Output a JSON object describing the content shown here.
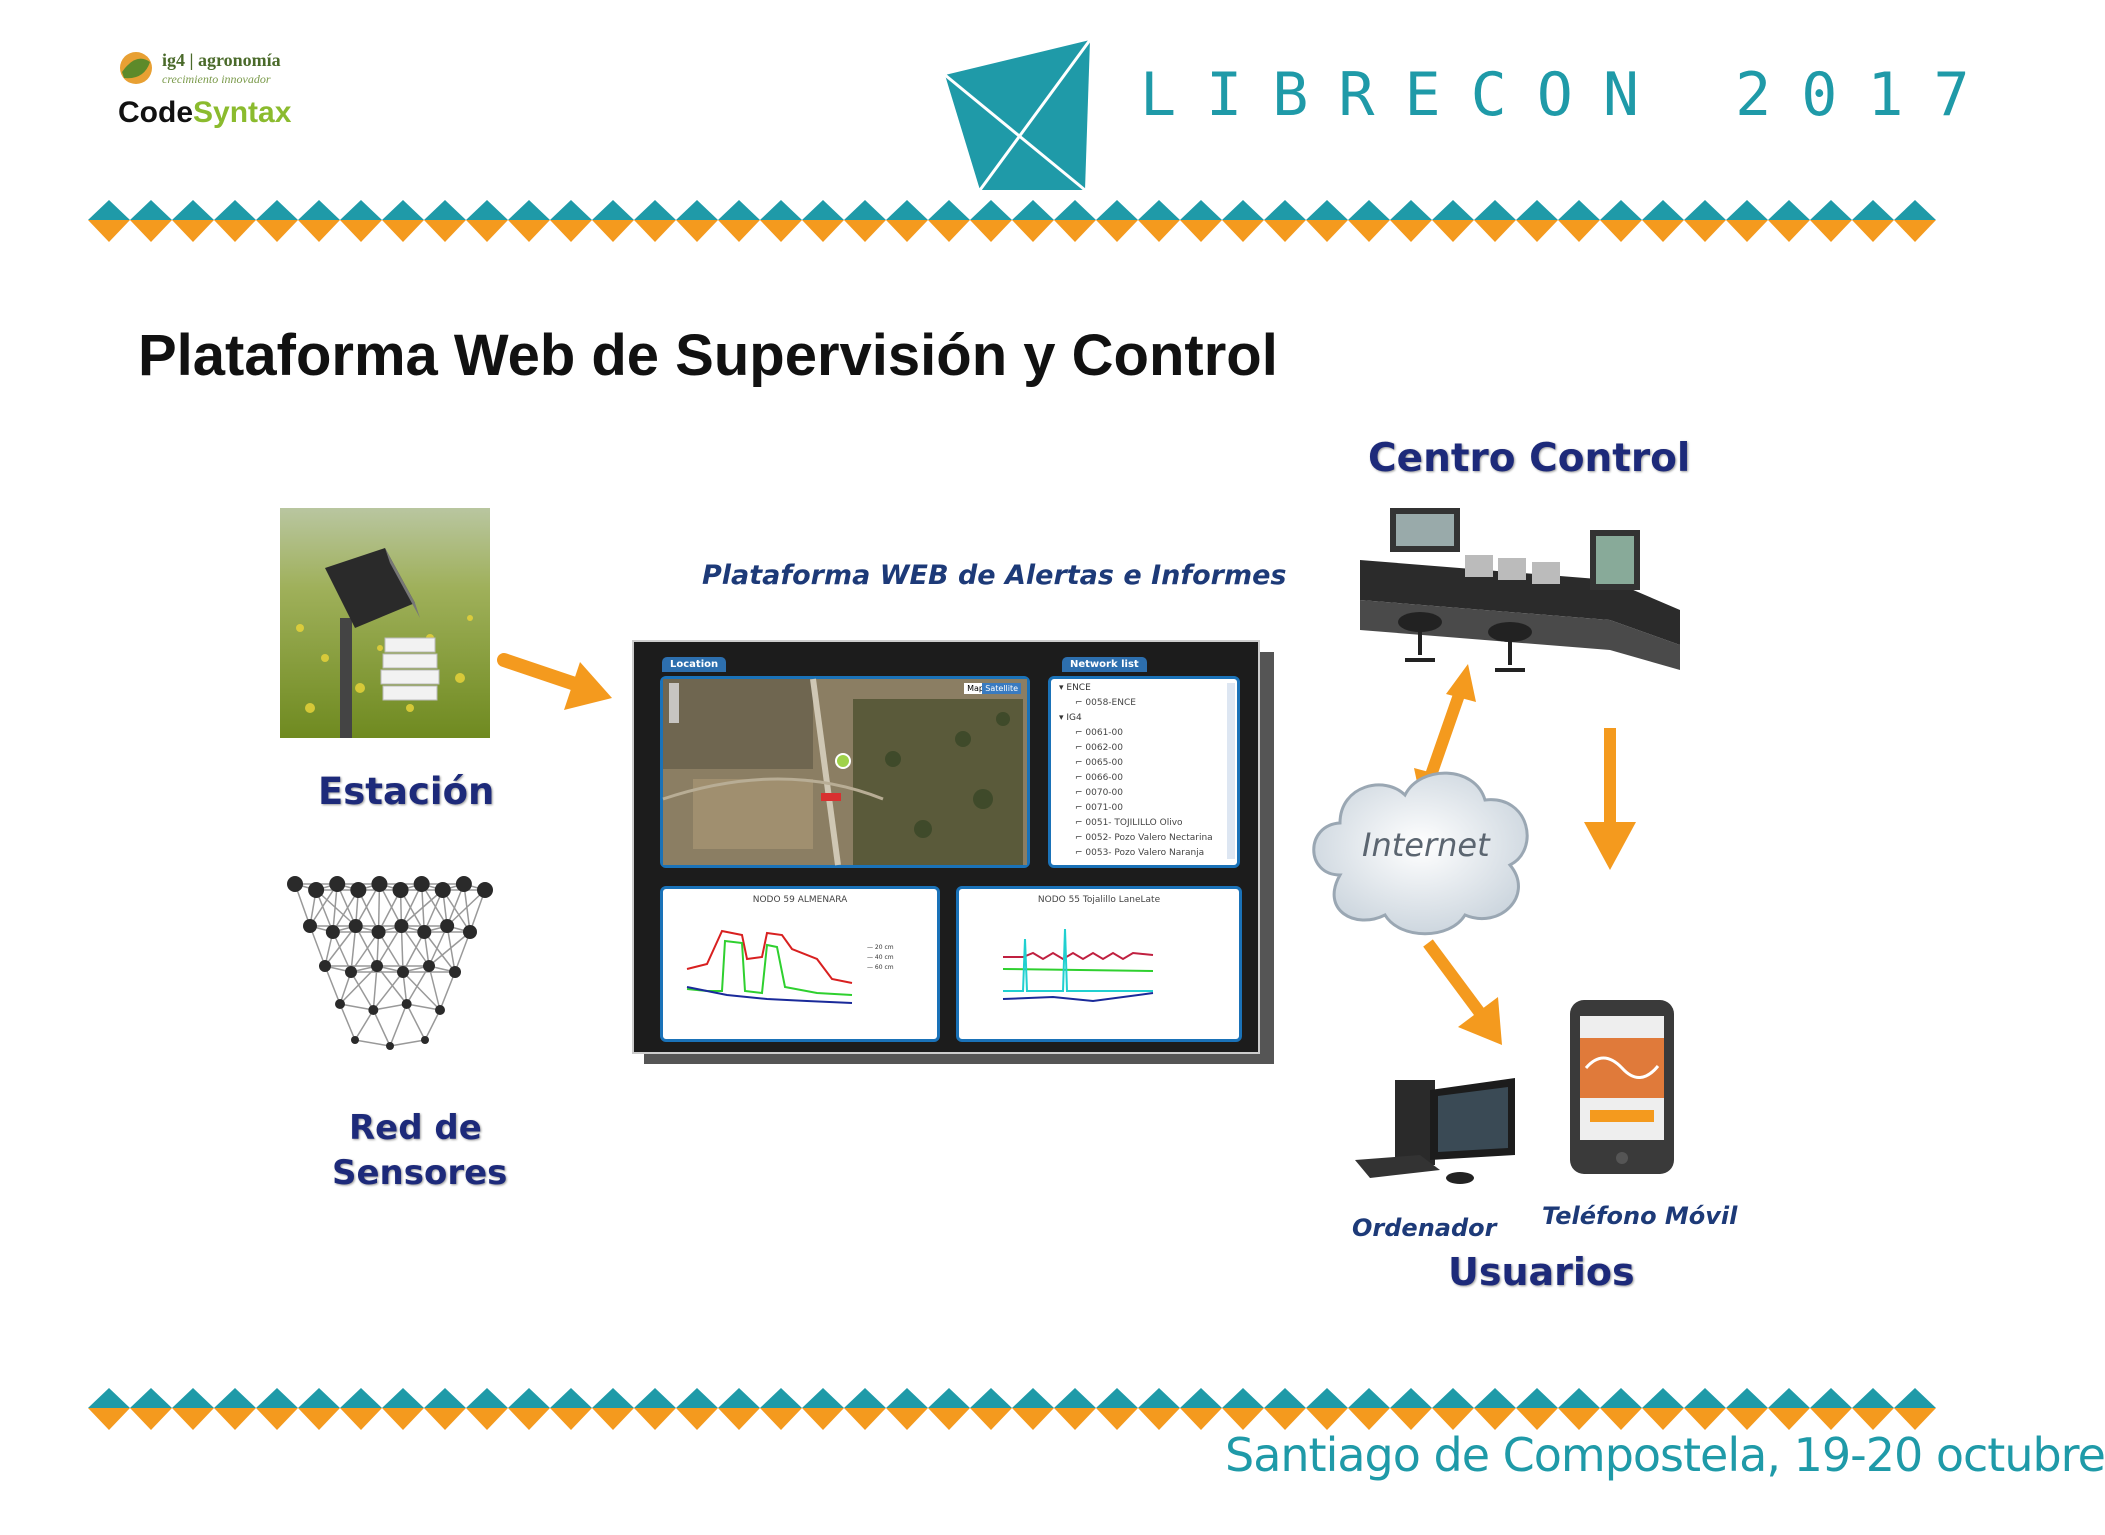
{
  "header": {
    "ig4_name": "ig4 | agronomía",
    "ig4_tagline": "crecimiento innovador",
    "codesyntax_a": "Code",
    "codesyntax_b": "Syntax",
    "event_title": "LIBRECON 2017"
  },
  "slide": {
    "title": "Plataforma Web de Supervisión y Control"
  },
  "diagram": {
    "station_label": "Estación",
    "sensor_net_label_line1": "Red de",
    "sensor_net_label_line2": "Sensores",
    "platform_label": "Plataforma WEB de Alertas e Informes",
    "control_center_label": "Centro Control",
    "internet_label": "Internet",
    "computer_label": "Ordenador",
    "phone_label": "Teléfono Móvil",
    "users_label": "Usuarios"
  },
  "web_platform": {
    "location_tab": "Location",
    "network_tab": "Network list",
    "map_btn_1": "Map",
    "map_btn_2": "Satellite",
    "network_items": [
      "ENCE",
      "0058-ENCE",
      "IG4",
      "0061-00",
      "0062-00",
      "0065-00",
      "0066-00",
      "0070-00",
      "0071-00",
      "0051- TOJILILLO Olivo",
      "0052- Pozo Valero Nectarina",
      "0053- Pozo Valero Naranja"
    ],
    "chart1_title": "NODO 59 ALMENARA",
    "chart2_title": "NODO 55 Tojalillo LaneLate"
  },
  "footer": {
    "location_date": "Santiago de Compostela, 19-20 octubre"
  },
  "colors": {
    "teal": "#1f9aa8",
    "orange": "#f49a1e",
    "navy_label": "#1d2a7a",
    "lime": "#8bbb2e"
  }
}
